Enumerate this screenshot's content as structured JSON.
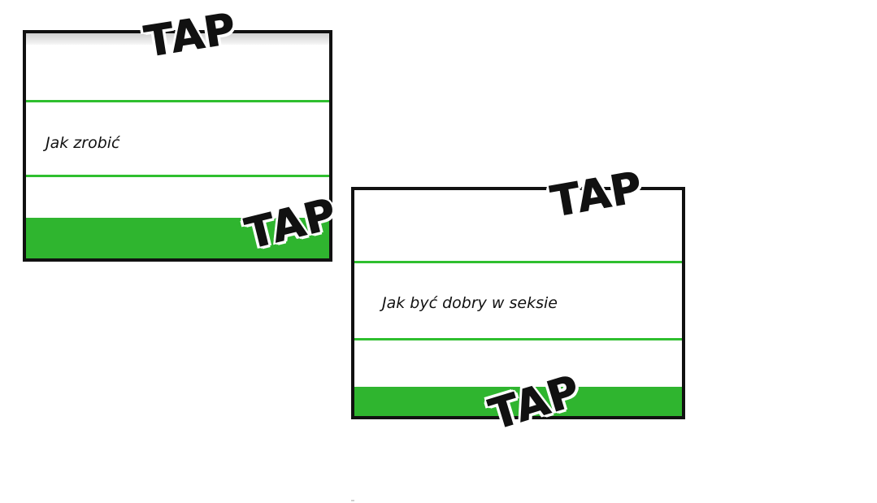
{
  "panels": [
    {
      "field_text": "Jak zrobić",
      "colors": {
        "line": "#2fbf2f",
        "bar": "#2fb52f",
        "border": "#111111"
      }
    },
    {
      "field_text": "Jak być dobry w seksie",
      "colors": {
        "line": "#2fbf2f",
        "bar": "#2fb52f",
        "border": "#111111"
      }
    }
  ],
  "sound_effects": [
    "TAP",
    "TAP",
    "TAP",
    "TAP"
  ]
}
